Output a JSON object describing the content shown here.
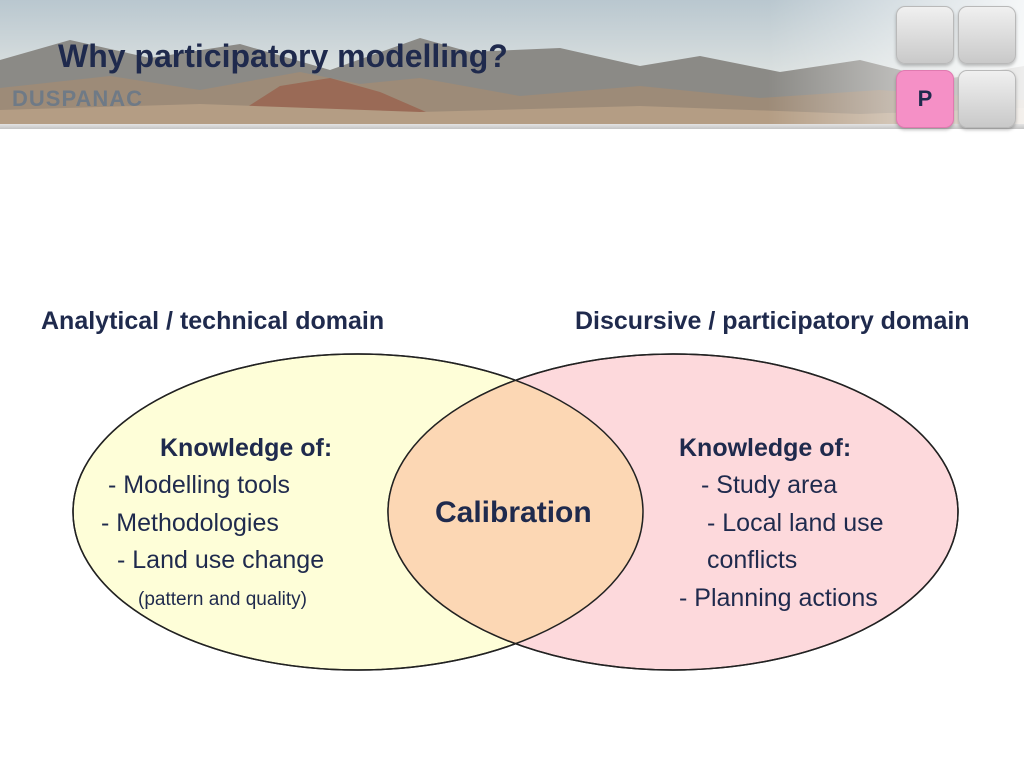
{
  "header": {
    "title": "Why participatory modelling?",
    "brand": "DUSPANAC",
    "tile_label": "P"
  },
  "diagram": {
    "left_domain": "Analytical  / technical domain",
    "right_domain": "Discursive / participatory domain",
    "left_heading": "Knowledge of:",
    "left_items": [
      "-  Modelling tools",
      "- Methodologies",
      "- Land use change"
    ],
    "left_note": "(pattern and quality)",
    "right_heading": "Knowledge of:",
    "right_items": [
      "- Study area",
      "- Local land use",
      "conflicts",
      "- Planning actions"
    ],
    "overlap_label": "Calibration"
  },
  "colors": {
    "left_fill": "#fefed8",
    "right_fill": "#fdd9dc",
    "overlap_fill": "#fcd7b4",
    "text": "#1f2a4d",
    "tile_accent": "#f590c6"
  }
}
